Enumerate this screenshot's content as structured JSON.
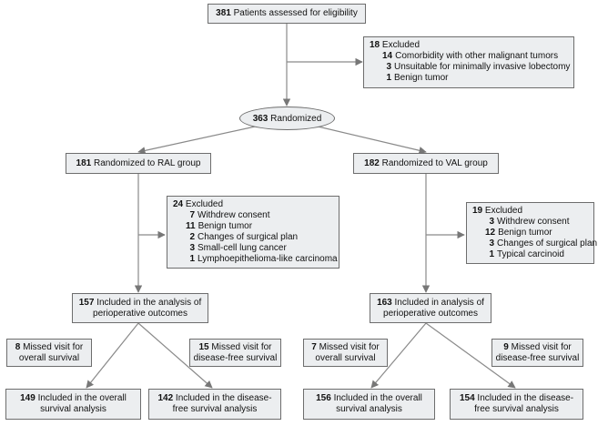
{
  "assessed": {
    "n": "381",
    "text": "Patients assessed for eligibility"
  },
  "excluded_top": {
    "n": "18",
    "label": "Excluded",
    "items": [
      {
        "n": "14",
        "text": "Comorbidity with other malignant tumors"
      },
      {
        "n": "3",
        "text": "Unsuitable for minimally invasive lobectomy"
      },
      {
        "n": "1",
        "text": "Benign tumor"
      }
    ]
  },
  "randomized": {
    "n": "363",
    "text": "Randomized"
  },
  "ral": {
    "n": "181",
    "text": "Randomized to RAL group"
  },
  "val": {
    "n": "182",
    "text": "Randomized to VAL group"
  },
  "ral_excluded": {
    "n": "24",
    "label": "Excluded",
    "items": [
      {
        "n": "7",
        "text": "Withdrew consent"
      },
      {
        "n": "11",
        "text": "Benign tumor"
      },
      {
        "n": "2",
        "text": "Changes of surgical plan"
      },
      {
        "n": "3",
        "text": "Small-cell lung cancer"
      },
      {
        "n": "1",
        "text": "Lymphoepithelioma-like carcinoma"
      }
    ]
  },
  "val_excluded": {
    "n": "19",
    "label": "Excluded",
    "items": [
      {
        "n": "3",
        "text": "Withdrew consent"
      },
      {
        "n": "12",
        "text": "Benign tumor"
      },
      {
        "n": "3",
        "text": "Changes of surgical plan"
      },
      {
        "n": "1",
        "text": "Typical carcinoid"
      }
    ]
  },
  "ral_periop": {
    "n": "157",
    "line1": "Included in the analysis of",
    "line2": "perioperative outcomes"
  },
  "val_periop": {
    "n": "163",
    "line1": "Included in analysis of",
    "line2": "perioperative outcomes"
  },
  "ral_missed_os": {
    "n": "8",
    "line1": "Missed visit for",
    "line2": "overall survival"
  },
  "ral_missed_dfs": {
    "n": "15",
    "line1": "Missed visit for",
    "line2": "disease-free survival"
  },
  "val_missed_os": {
    "n": "7",
    "line1": "Missed visit for",
    "line2": "overall survival"
  },
  "val_missed_dfs": {
    "n": "9",
    "line1": "Missed visit for",
    "line2": "disease-free survival"
  },
  "ral_os": {
    "n": "149",
    "line1": "Included in the overall",
    "line2": "survival analysis"
  },
  "ral_dfs": {
    "n": "142",
    "line1": "Included in the disease-",
    "line2": "free survival analysis"
  },
  "val_os": {
    "n": "156",
    "line1": "Included in the overall",
    "line2": "survival analysis"
  },
  "val_dfs": {
    "n": "154",
    "line1": "Included in the disease-",
    "line2": "free survival analysis"
  }
}
